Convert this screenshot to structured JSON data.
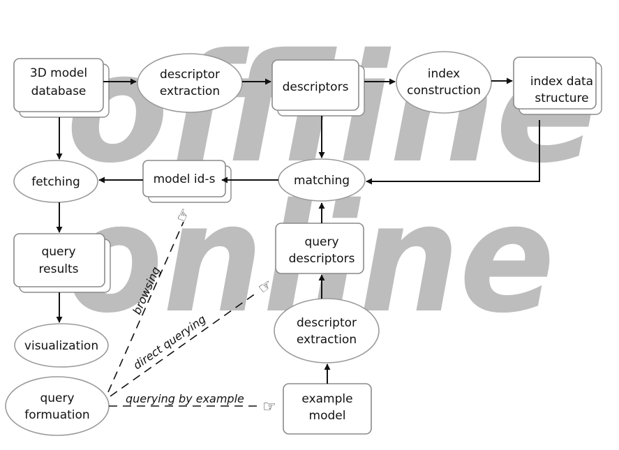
{
  "background": {
    "offline_word": "offline",
    "online_word": "online"
  },
  "nodes": {
    "model_db": [
      "3D model",
      "database"
    ],
    "desc_extract_top": [
      "descriptor",
      "extraction"
    ],
    "descriptors": [
      "descriptors"
    ],
    "index_construction": [
      "index",
      "construction"
    ],
    "index_structure": [
      "index data",
      "structure"
    ],
    "fetching": [
      "fetching"
    ],
    "model_ids": [
      "model id-s"
    ],
    "matching": [
      "matching"
    ],
    "query_results": [
      "query",
      "results"
    ],
    "query_descriptors": [
      "query",
      "descriptors"
    ],
    "desc_extract_bottom": [
      "descriptor",
      "extraction"
    ],
    "visualization": [
      "visualization"
    ],
    "query_formulation": [
      "query",
      "formuation"
    ],
    "example_model": [
      "example",
      "model"
    ]
  },
  "edge_labels": {
    "browsing": "browsing",
    "direct_querying": "direct querying",
    "querying_by_example": "querying by example"
  },
  "icons": {
    "pointing_hand": "pointing-hand-icon",
    "glyph": "☞"
  },
  "colors": {
    "watermark": "#bdbdbd",
    "outline": "#8a8a8a",
    "arrow": "#111111"
  }
}
